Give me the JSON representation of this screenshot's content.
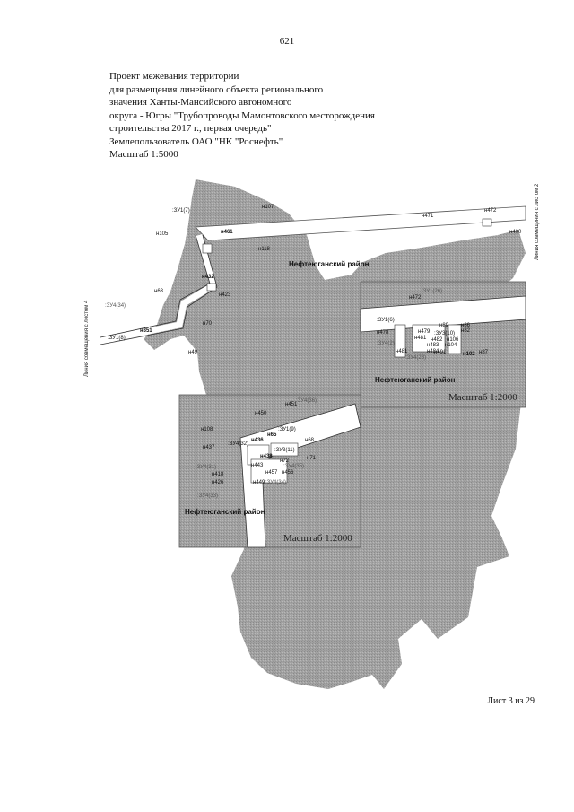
{
  "page_number": "621",
  "header": {
    "lines": [
      "Проект межевания территории",
      "для размещения линейного объекта регионального",
      "значения Ханты-Мансийского автономного",
      "округа - Югры \"Трубопроводы Мамонтовского месторождения",
      "строительства 2017 г., первая очередь\"",
      "Землепользователь ОАО \"НК \"Роснефть\"",
      "Масштаб 1:5000"
    ]
  },
  "district": "Нефтеюганский район",
  "inset_scale": "Масштаб 1:2000",
  "side_left": "Линия совмещения с листом 4",
  "side_right": "Линия совмещения с листом 2",
  "sheet_label": "Лист 3 из 29",
  "labels_main": [
    ":ЗУ1(7)",
    "н107",
    "н471",
    "н472",
    "н105",
    "н461",
    "н400",
    "н118",
    "н432",
    "н63",
    "н423",
    ":ЗУ4(34)",
    "н70",
    ":ЗУ1(8)",
    "н351",
    "н49"
  ],
  "labels_inset1": [
    ":ЗУ1(26)",
    "н472",
    ":ЗУ1(6)",
    "н89",
    "н86",
    "н478",
    "н479",
    ":ЗУ3(10)",
    "н481",
    "н82",
    "н482",
    "н106",
    ":ЗУ4(2)",
    "н483",
    "н104",
    "н484",
    "н481",
    "н491",
    "н102",
    "н87",
    ":ЗУ4(28)"
  ],
  "labels_inset2": [
    ":ЗУ4(36)",
    "н451",
    "н450",
    "н108",
    ":ЗУ1(9)",
    "н65",
    "н436",
    "н68",
    ":ЗУ4(32)",
    "н437",
    ":ЗУ3(11)",
    "н438",
    ":ЗУ4(31)",
    "н72",
    "н443",
    ":ЗУ4(35)",
    "н71",
    "н418",
    "н457",
    "н456",
    "н426",
    "н449",
    ":ЗУ4(34)",
    ":ЗУ4(33)"
  ]
}
